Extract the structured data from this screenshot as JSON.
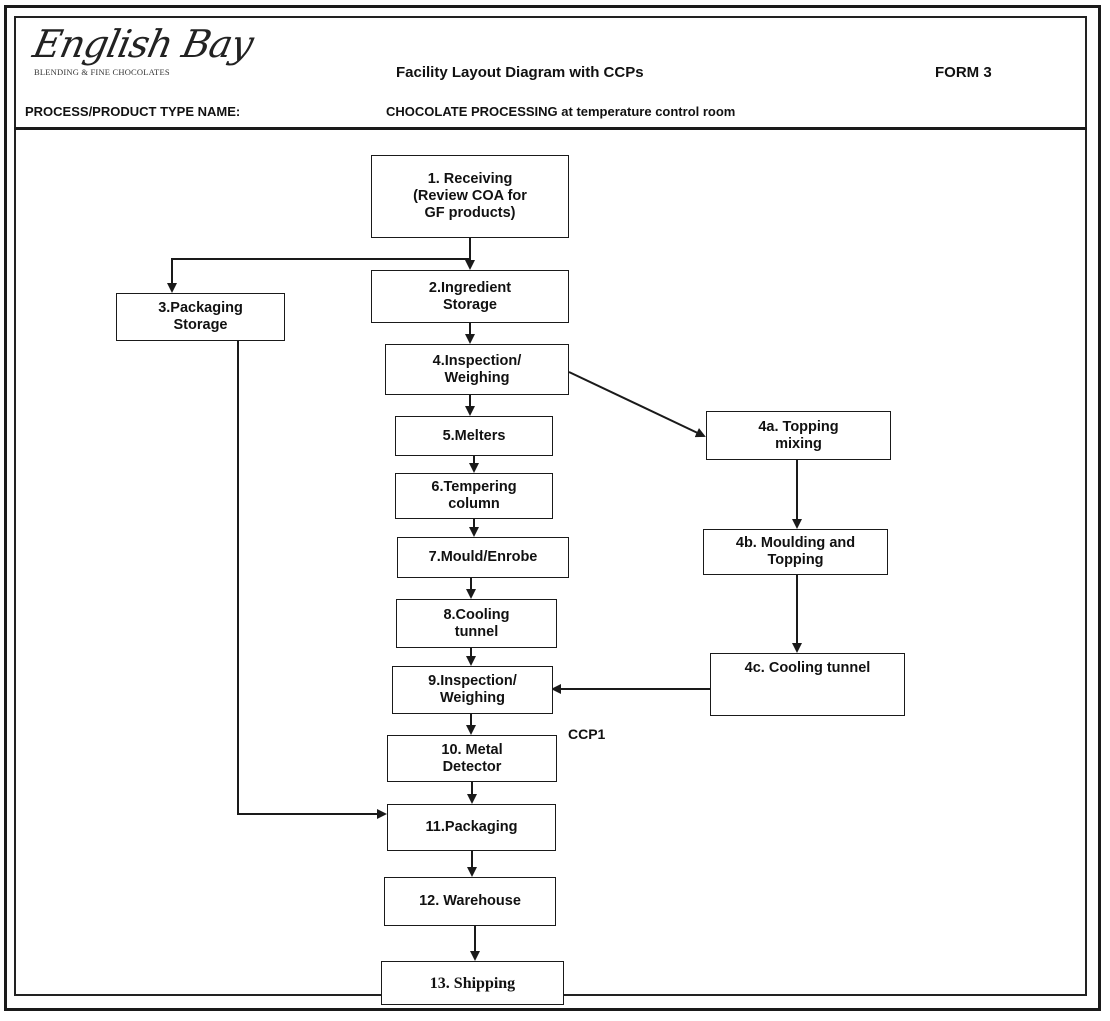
{
  "header": {
    "logo_script": "English Bay",
    "logo_tagline": "BLENDING & FINE CHOCOLATES",
    "title": "Facility Layout Diagram with CCPs",
    "form": "FORM 3",
    "process_label": "PROCESS/PRODUCT TYPE NAME:",
    "process_value": "CHOCOLATE PROCESSING at temperature control room"
  },
  "steps": {
    "s1": "1. Receiving\n(Review COA for\nGF products)",
    "s2": "2.Ingredient\nStorage",
    "s3": "3.Packaging\nStorage",
    "s4": "4.Inspection/\nWeighing",
    "s4a": "4a. Topping\nmixing",
    "s4b": "4b. Moulding and\nTopping",
    "s4c": "4c. Cooling tunnel",
    "s5": "5.Melters",
    "s6": "6.Tempering\ncolumn",
    "s7": "7.Mould/Enrobe",
    "s8": "8.Cooling\ntunnel",
    "s9": "9.Inspection/\nWeighing",
    "s10": "10. Metal\nDetector",
    "s11": "11.Packaging",
    "s12": "12. Warehouse",
    "s13": "13. Shipping"
  },
  "annotations": {
    "ccp1": "CCP1"
  }
}
